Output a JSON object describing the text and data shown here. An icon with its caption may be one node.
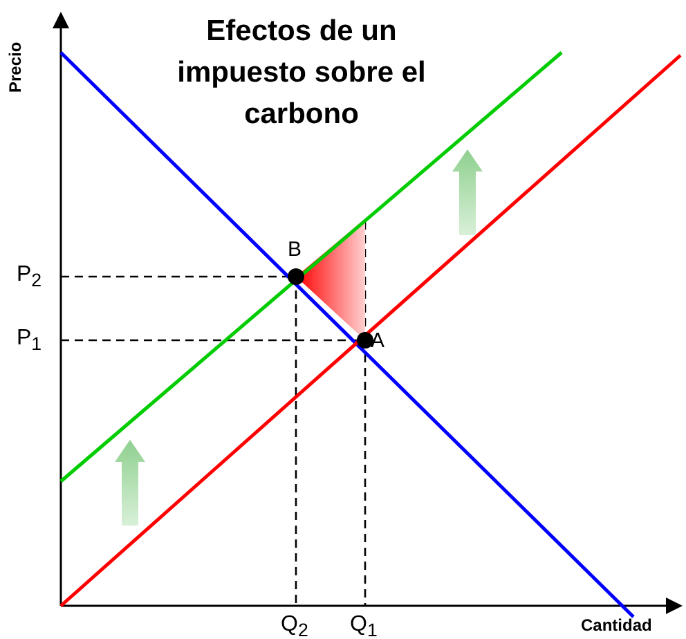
{
  "diagram": {
    "title": "Efectos de un impuesto sobre el carbono",
    "labels": [
      "Precio",
      "B",
      "P$_{2}$",
      "P$_{1}$",
      "A",
      "Q$_{2}$",
      "Q$_{1}$",
      "Cantidad"
    ]
  }
}
